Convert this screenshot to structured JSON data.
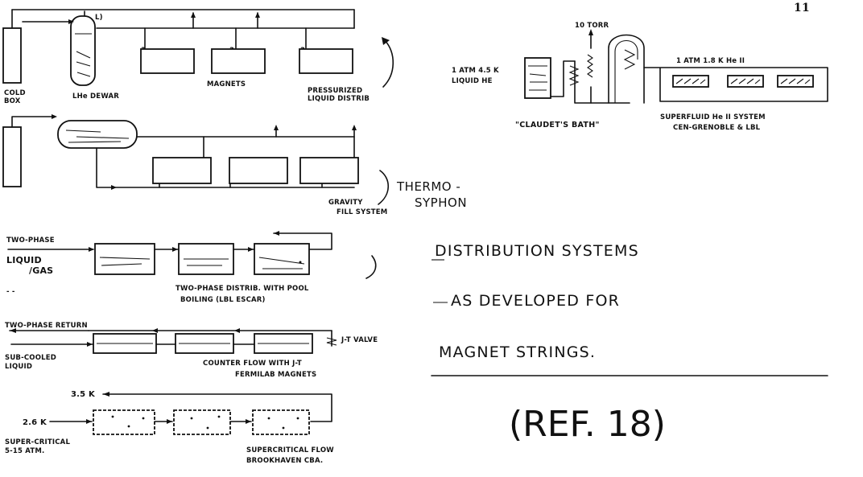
{
  "page_number": "11",
  "title": {
    "line1": "DISTRIBUTION SYSTEMS",
    "line2": "AS DEVELOPED FOR",
    "line3": "MAGNET STRINGS.",
    "reference": "(REF. 18)"
  },
  "pressurized_system": {
    "cold_box": [
      "COLD",
      "BOX"
    ],
    "dewar": "LHe DEWAR",
    "magnets": "MAGNETS",
    "caption": [
      "PRESSURIZED",
      "LIQUID DISTRIB"
    ]
  },
  "thermosyphon_system": {
    "label": [
      "THERMO -",
      "SYPHON"
    ],
    "caption": [
      "GRAVITY",
      "FILL SYSTEM"
    ]
  },
  "pool_boiling_system": {
    "input": [
      "TWO-PHASE",
      "LIQUID",
      "/GAS"
    ],
    "caption": [
      "TWO-PHASE DISTRIB. WITH POOL",
      "BOILING (LBL ESCAR)"
    ]
  },
  "counterflow_system": {
    "return_label": "TWO-PHASE RETURN",
    "input": [
      "SUB-COOLED",
      "LIQUID"
    ],
    "valve": "J-T VALVE",
    "caption": [
      "COUNTER FLOW WITH J-T",
      "FERMILAB MAGNETS"
    ]
  },
  "supercritical_system": {
    "return_temp": "3.5 K",
    "input_temp": "2.6 K",
    "input": [
      "SUPER-CRITICAL",
      "5-15 ATM."
    ],
    "caption": [
      "SUPERCRITICAL FLOW",
      "BROOKHAVEN CBA."
    ]
  },
  "superfluid_system": {
    "pressure_label": "10 TORR",
    "left_bath": [
      "1 ATM 4.5 K",
      "LIQUID HE"
    ],
    "right_bath": "1 ATM 1.8 K He II",
    "bath_name": "\"CLAUDET'S BATH\"",
    "caption": [
      "SUPERFLUID He II SYSTEM",
      "CEN-GRENOBLE & LBL"
    ]
  }
}
